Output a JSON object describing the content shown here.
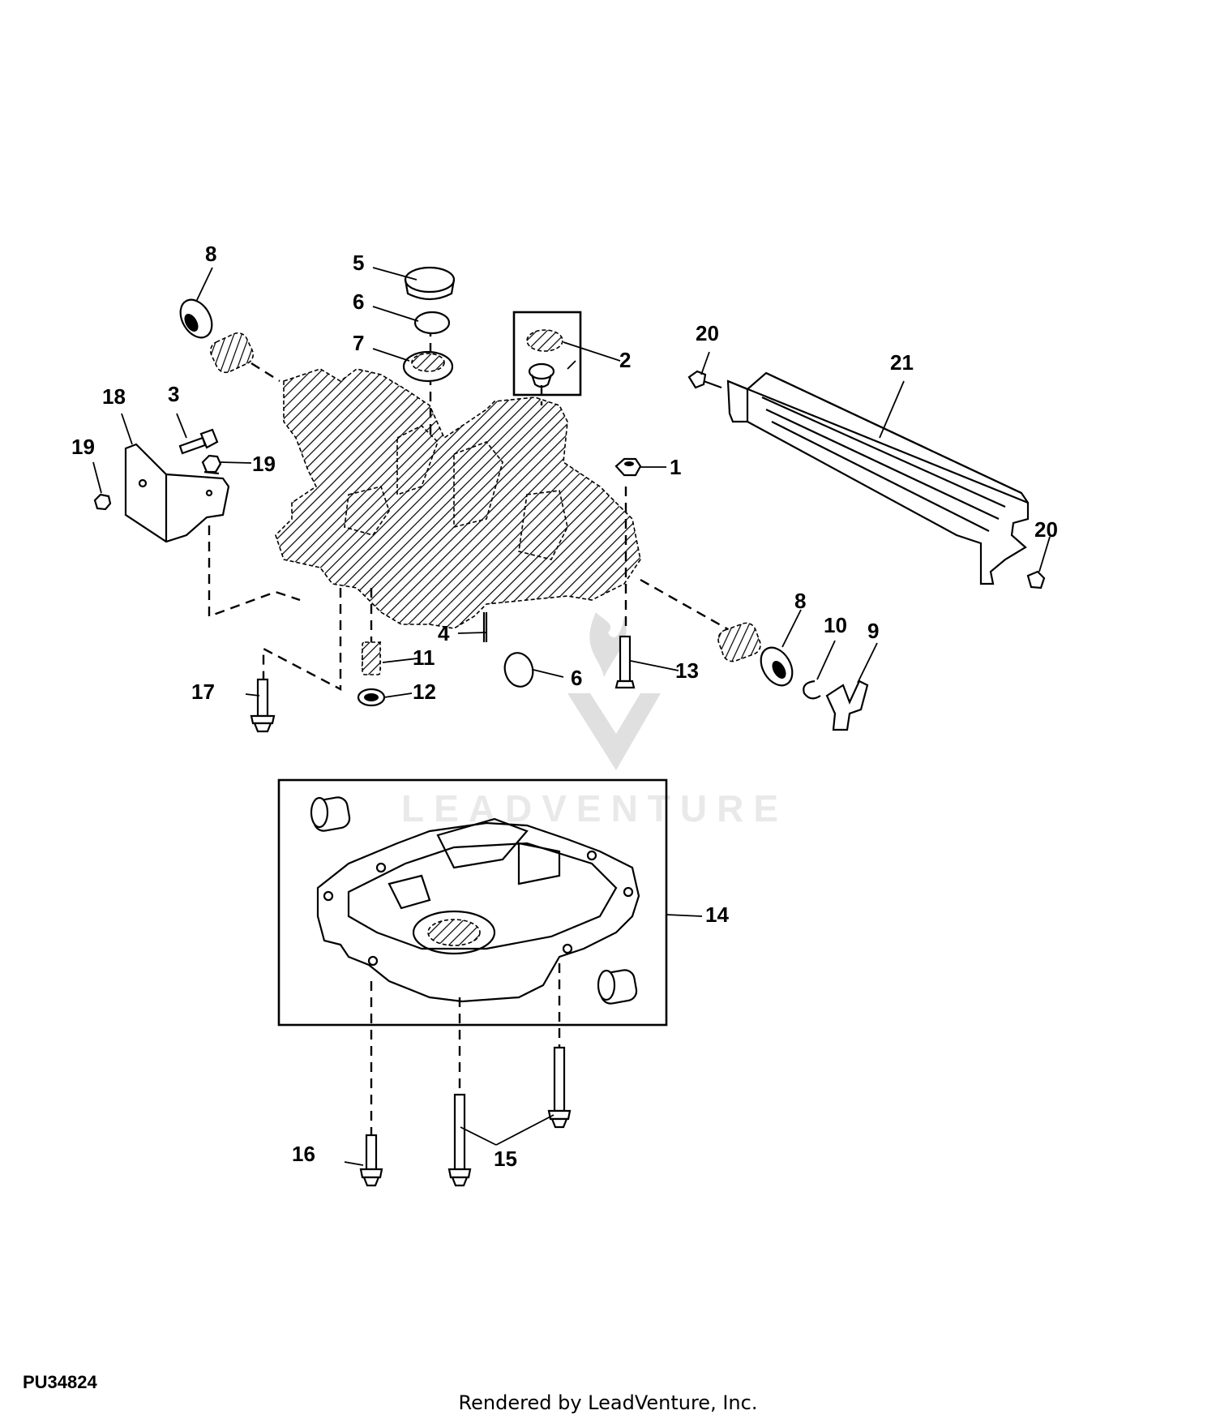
{
  "diagram": {
    "id": "PU34824",
    "footer": "Rendered by LeadVenture, Inc.",
    "watermark": "LEADVENTURE",
    "callouts": {
      "c1": "1",
      "c2": "2",
      "c3": "3",
      "c4": "4",
      "c5": "5",
      "c6a": "6",
      "c6b": "6",
      "c7": "7",
      "c8a": "8",
      "c8b": "8",
      "c9": "9",
      "c10": "10",
      "c11": "11",
      "c12": "12",
      "c13": "13",
      "c14": "14",
      "c15": "15",
      "c16": "16",
      "c17": "17",
      "c18": "18",
      "c19a": "19",
      "c19b": "19",
      "c20a": "20",
      "c20b": "20",
      "c21": "21"
    }
  }
}
